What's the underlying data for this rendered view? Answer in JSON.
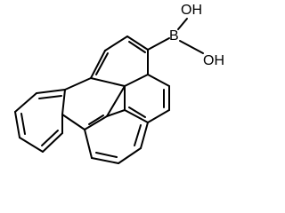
{
  "molecule": {
    "atom_labels": {
      "boron": "B",
      "hydroxyl_top": "OH",
      "hydroxyl_bottom": "OH"
    },
    "bond_color": "#000000",
    "background": "#ffffff"
  }
}
